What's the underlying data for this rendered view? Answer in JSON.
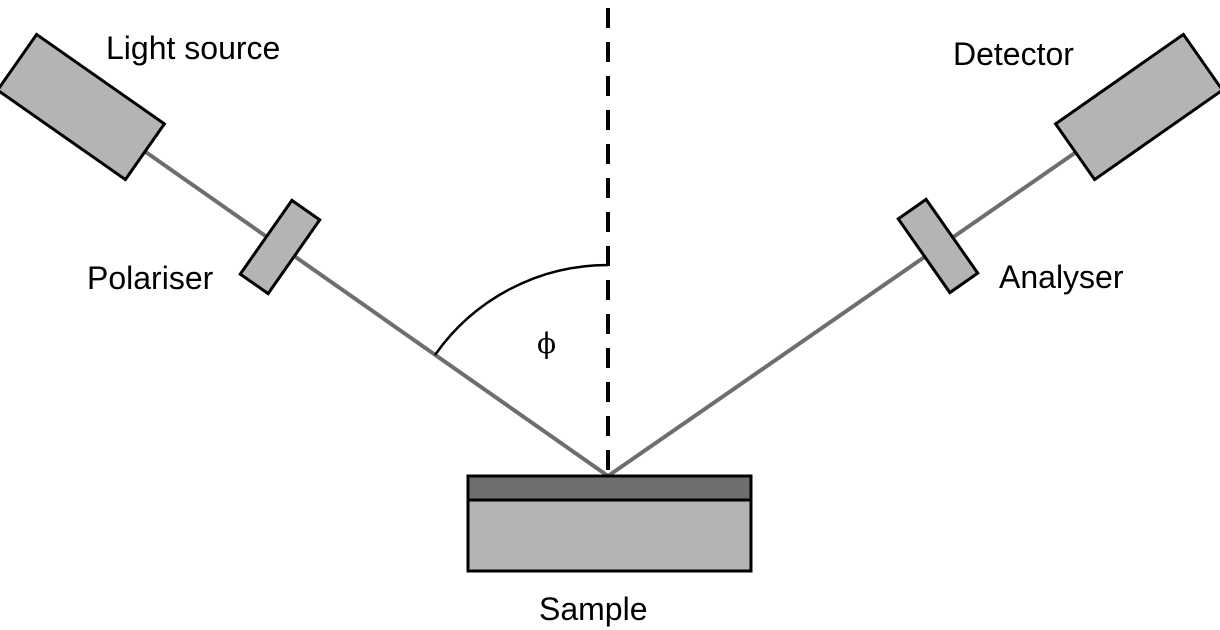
{
  "labels": {
    "light_source": "Light source",
    "detector": "Detector",
    "polariser": "Polariser",
    "analyser": "Analyser",
    "sample": "Sample",
    "angle": "ϕ"
  },
  "colors": {
    "beam": "#6e6e6e",
    "component_fill": "#b4b4b4",
    "sample_layer": "#6e6e6e",
    "outline": "#000000"
  }
}
